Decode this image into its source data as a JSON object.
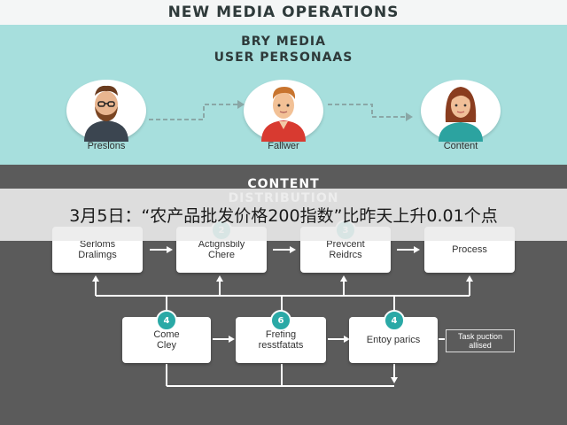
{
  "header": {
    "title": "NEW MEDIA OPERATIONS"
  },
  "personas": {
    "title": "BRY MEDIA\nUSER PERSONAAS",
    "items": [
      {
        "label": "Preslons",
        "icon": "bearded-man-avatar-icon"
      },
      {
        "label": "Fallwer",
        "icon": "man-red-shirt-avatar-icon"
      },
      {
        "label": "Content",
        "icon": "woman-avatar-icon"
      }
    ]
  },
  "distribution": {
    "title": "CONTENT\nDISTRIBUTION",
    "row1": [
      {
        "label": "Serloms\nDralimgs"
      },
      {
        "label": "Actignsbily\nChere"
      },
      {
        "label": "Prevcent\nReidrcs"
      },
      {
        "label": "Process"
      }
    ],
    "row2": [
      {
        "badge": "4",
        "label": "Come\nCley"
      },
      {
        "badge": "6",
        "label": "Frefing\nresstfatats"
      },
      {
        "badge": "4",
        "label": "Entoy parics"
      }
    ],
    "row1_badges": [
      "2",
      "3"
    ],
    "note": "Task puction\nallised"
  },
  "overlay": {
    "text": "3月5日：“农产品批发价格200指数”比昨天上升0.01个点"
  },
  "colors": {
    "teal": "#2aa9a6",
    "panel": "#a7dfdd",
    "dark": "#5b5b5b"
  }
}
